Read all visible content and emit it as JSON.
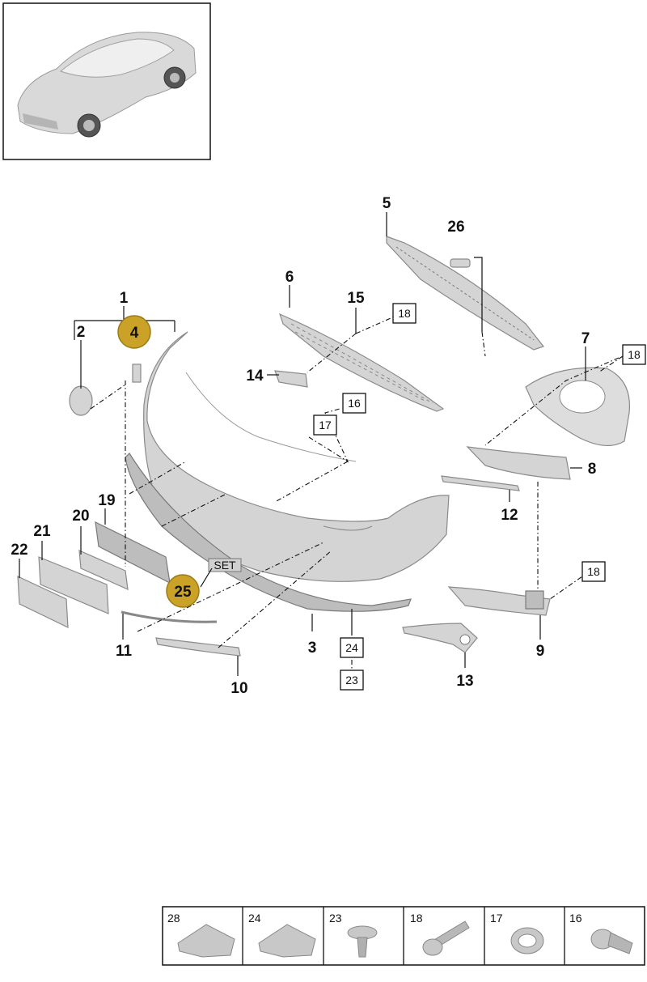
{
  "callouts": [
    {
      "id": "c1",
      "label": "1"
    },
    {
      "id": "c2",
      "label": "2"
    },
    {
      "id": "c3",
      "label": "3"
    },
    {
      "id": "c5",
      "label": "5"
    },
    {
      "id": "c6",
      "label": "6"
    },
    {
      "id": "c7",
      "label": "7"
    },
    {
      "id": "c8",
      "label": "8"
    },
    {
      "id": "c9",
      "label": "9"
    },
    {
      "id": "c10",
      "label": "10"
    },
    {
      "id": "c11",
      "label": "11"
    },
    {
      "id": "c12",
      "label": "12"
    },
    {
      "id": "c13",
      "label": "13"
    },
    {
      "id": "c14",
      "label": "14"
    },
    {
      "id": "c15",
      "label": "15"
    },
    {
      "id": "c19",
      "label": "19"
    },
    {
      "id": "c20",
      "label": "20"
    },
    {
      "id": "c21",
      "label": "21"
    },
    {
      "id": "c22",
      "label": "22"
    },
    {
      "id": "c26",
      "label": "26"
    }
  ],
  "highlighted": {
    "c4": "4",
    "c25": "25"
  },
  "boxed": {
    "b18a": "18",
    "b18b": "18",
    "b18c": "18",
    "b16": "16",
    "b17": "17",
    "b24": "24",
    "b23": "23"
  },
  "set_label": "SET",
  "fastener_legend": [
    "28",
    "24",
    "23",
    "18",
    "17",
    "16"
  ],
  "colors": {
    "highlight": "#c9a227"
  }
}
